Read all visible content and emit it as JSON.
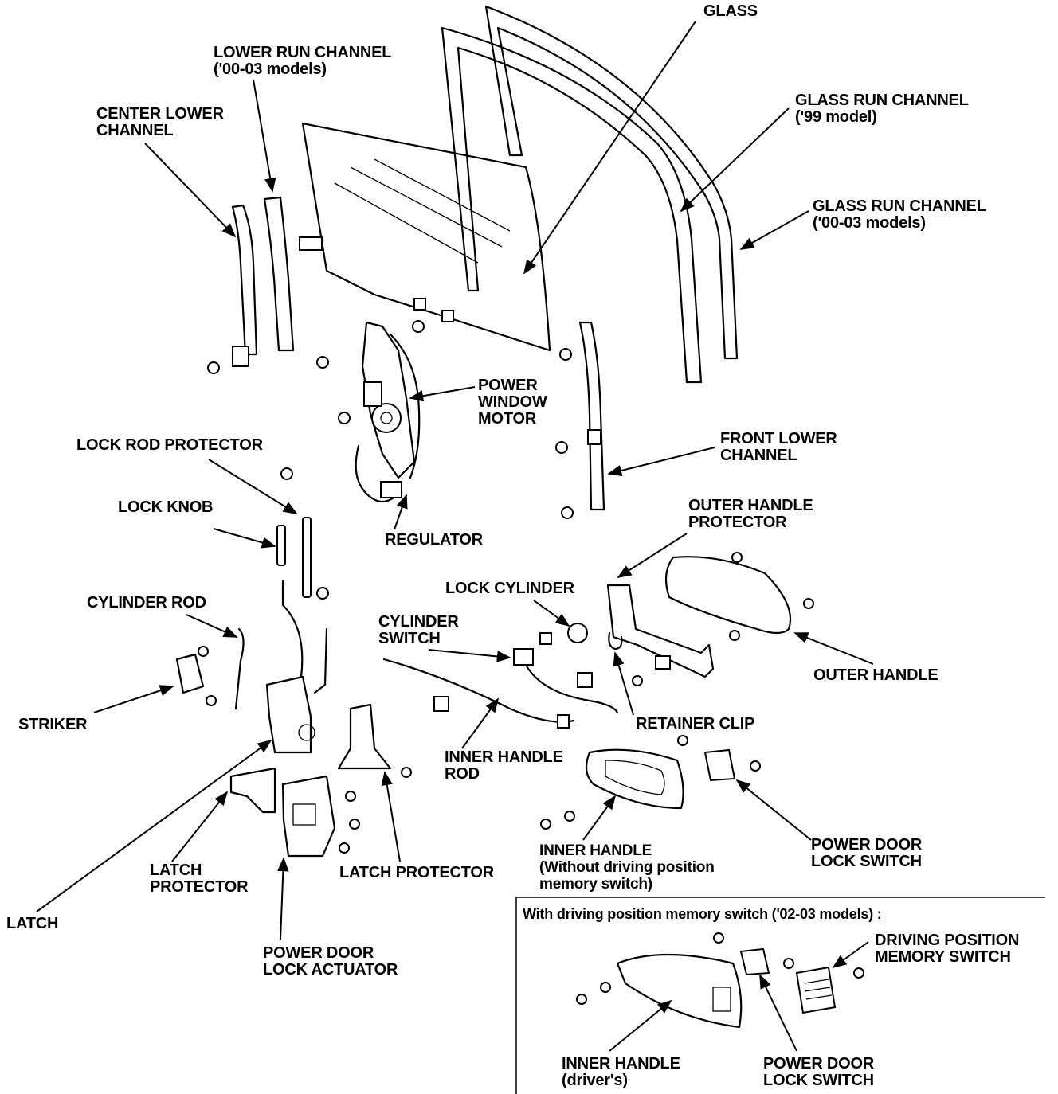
{
  "labels": {
    "glass": "GLASS",
    "lower_run_channel": "LOWER RUN CHANNEL\n('00-03 models)",
    "center_lower_channel": "CENTER LOWER\nCHANNEL",
    "glass_run_channel_99": "GLASS RUN CHANNEL\n('99 model)",
    "glass_run_channel_00_03": "GLASS RUN CHANNEL\n('00-03 models)",
    "power_window_motor": "POWER\nWINDOW\nMOTOR",
    "lock_rod_protector": "LOCK ROD PROTECTOR",
    "front_lower_channel": "FRONT LOWER\nCHANNEL",
    "lock_knob": "LOCK KNOB",
    "regulator": "REGULATOR",
    "outer_handle_protector": "OUTER HANDLE\nPROTECTOR",
    "lock_cylinder": "LOCK CYLINDER",
    "cylinder_rod": "CYLINDER ROD",
    "cylinder_switch": "CYLINDER\nSWITCH",
    "outer_handle": "OUTER HANDLE",
    "striker": "STRIKER",
    "retainer_clip": "RETAINER CLIP",
    "inner_handle_rod": "INNER HANDLE\nROD",
    "power_door_lock_switch": "POWER DOOR\nLOCK SWITCH",
    "inner_handle_without": "INNER HANDLE\n(Without driving position\nmemory switch)",
    "latch_protector_left": "LATCH\nPROTECTOR",
    "latch_protector_center": "LATCH PROTECTOR",
    "latch": "LATCH",
    "power_door_lock_actuator": "POWER DOOR\nLOCK ACTUATOR"
  },
  "inset": {
    "title": "With driving position memory switch ('02-03 models) :",
    "driving_position_memory_switch": "DRIVING POSITION\nMEMORY SWITCH",
    "inner_handle_drivers": "INNER HANDLE\n(driver's)",
    "power_door_lock_switch": "POWER DOOR\nLOCK SWITCH"
  }
}
